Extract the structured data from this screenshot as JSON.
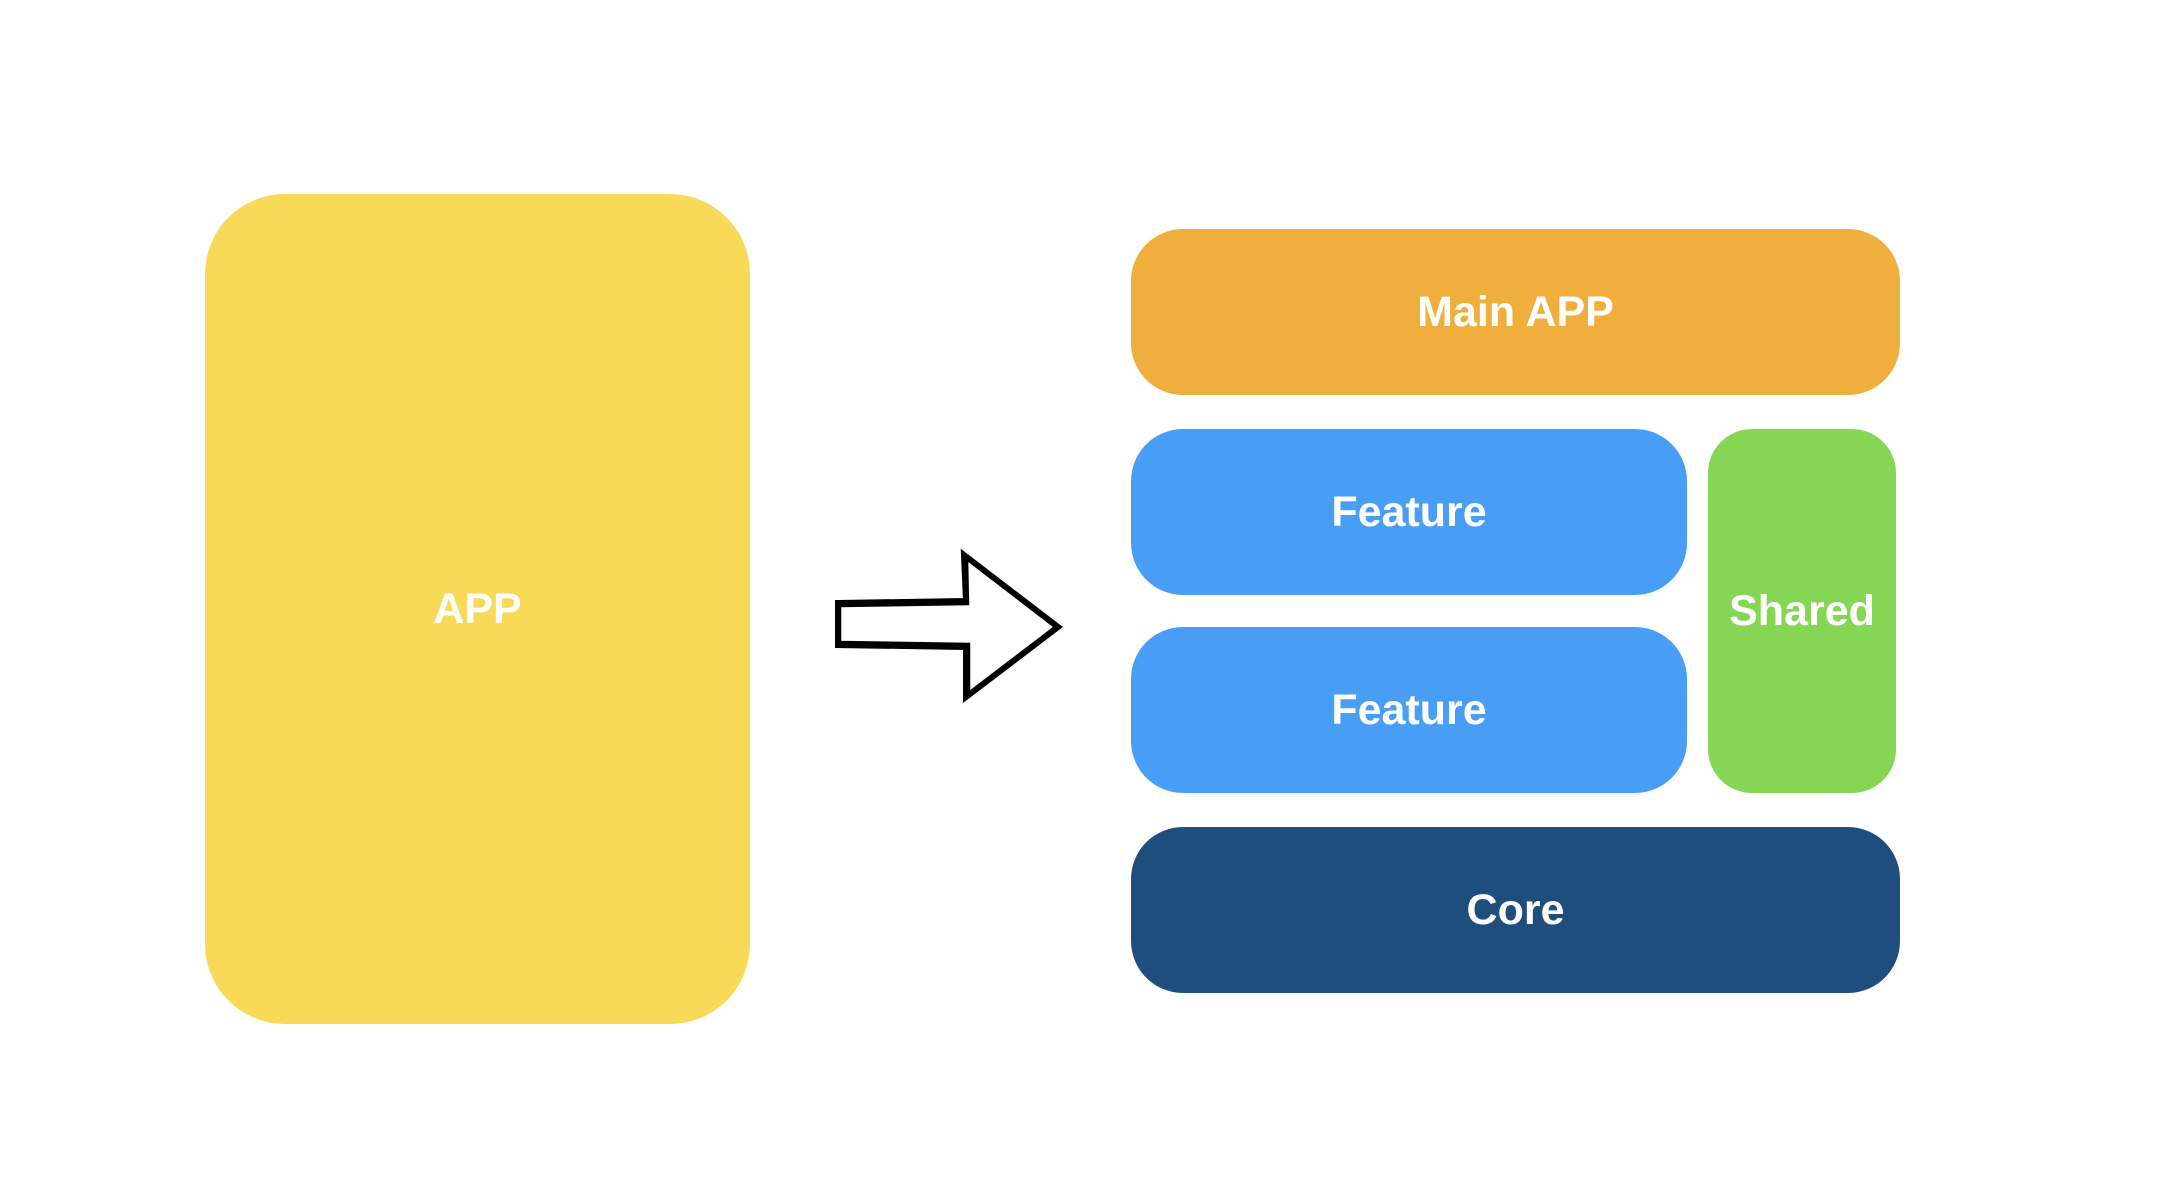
{
  "left": {
    "app_label": "APP",
    "color": "#F8DA58"
  },
  "arrow": {
    "icon": "right-arrow-icon",
    "stroke": "#000000"
  },
  "right": {
    "main_app": {
      "label": "Main APP",
      "color": "#F0AF3C"
    },
    "features": [
      {
        "label": "Feature",
        "color": "#489EF5"
      },
      {
        "label": "Feature",
        "color": "#489EF5"
      }
    ],
    "shared": {
      "label": "Shared",
      "color": "#85D655"
    },
    "core": {
      "label": "Core",
      "color": "#1F4E7E"
    }
  }
}
